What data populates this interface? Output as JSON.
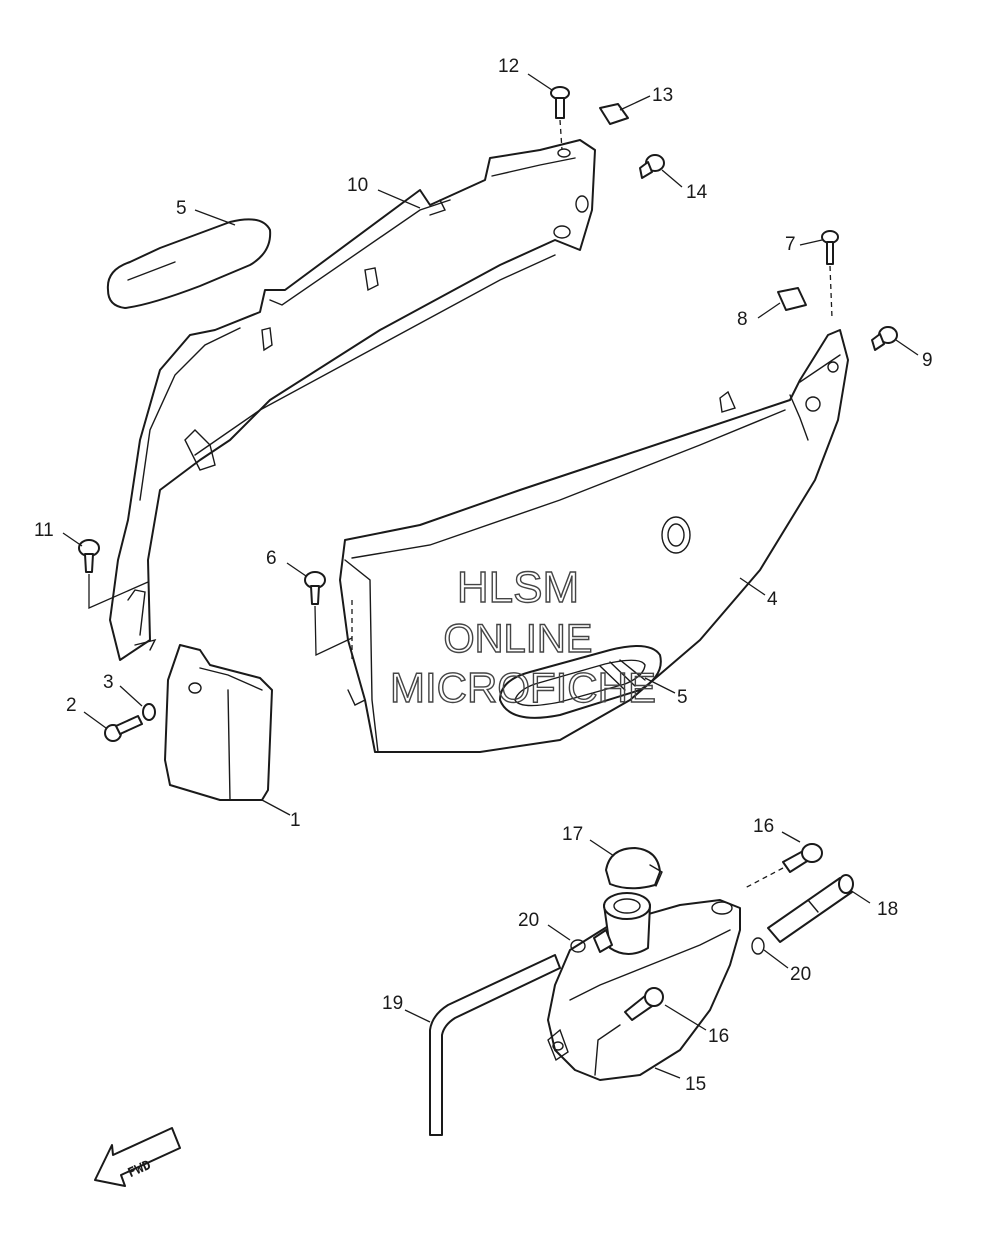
{
  "watermark": {
    "line1": "HLSM",
    "line2": "ONLINE",
    "line3": "MICROFICHE"
  },
  "direction_label": "FWD",
  "callouts": [
    {
      "id": "c12",
      "label": "12"
    },
    {
      "id": "c13",
      "label": "13"
    },
    {
      "id": "c10",
      "label": "10"
    },
    {
      "id": "c14",
      "label": "14"
    },
    {
      "id": "c5a",
      "label": "5"
    },
    {
      "id": "c7",
      "label": "7"
    },
    {
      "id": "c8",
      "label": "8"
    },
    {
      "id": "c9",
      "label": "9"
    },
    {
      "id": "c11",
      "label": "11"
    },
    {
      "id": "c6",
      "label": "6"
    },
    {
      "id": "c4",
      "label": "4"
    },
    {
      "id": "c3",
      "label": "3"
    },
    {
      "id": "c2",
      "label": "2"
    },
    {
      "id": "c5b",
      "label": "5"
    },
    {
      "id": "c1",
      "label": "1"
    },
    {
      "id": "c17",
      "label": "17"
    },
    {
      "id": "c16a",
      "label": "16"
    },
    {
      "id": "c18",
      "label": "18"
    },
    {
      "id": "c20a",
      "label": "20"
    },
    {
      "id": "c20b",
      "label": "20"
    },
    {
      "id": "c19",
      "label": "19"
    },
    {
      "id": "c16b",
      "label": "16"
    },
    {
      "id": "c15",
      "label": "15"
    }
  ]
}
